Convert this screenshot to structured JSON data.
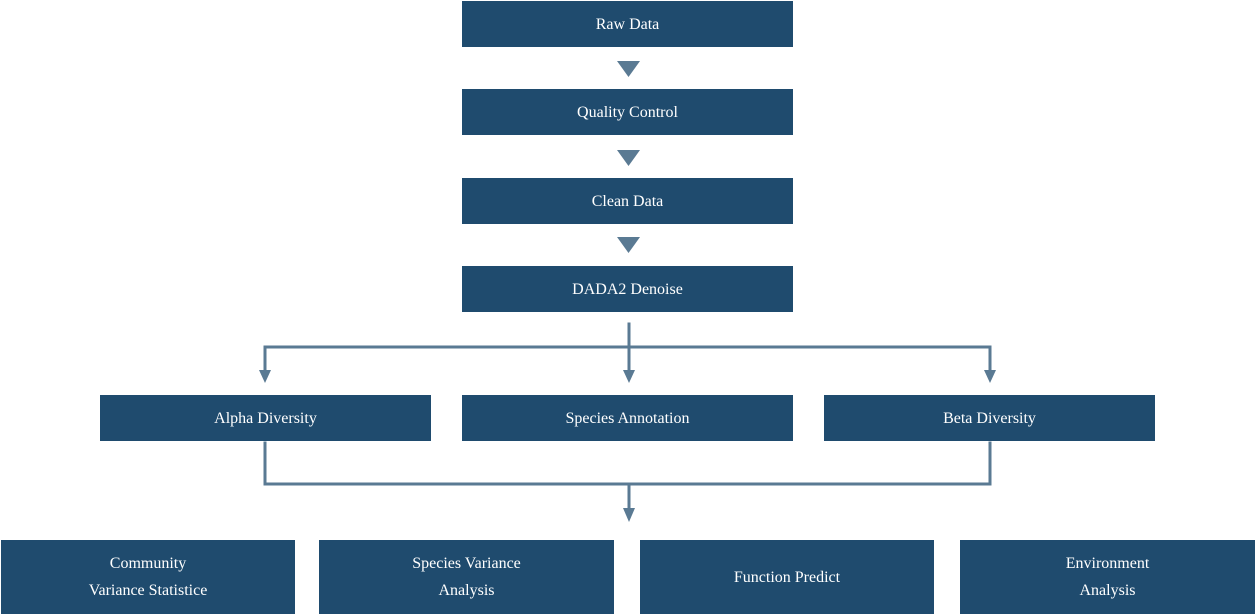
{
  "colors": {
    "box_fill": "#1f4b6e",
    "box_text": "#ffffff",
    "connector": "#5a7a93",
    "background": "#ffffff"
  },
  "flow": {
    "raw_data": "Raw Data",
    "quality_control": "Quality Control",
    "clean_data": "Clean Data",
    "dada2_denoise": "DADA2 Denoise"
  },
  "branches": {
    "alpha_diversity": "Alpha Diversity",
    "species_annotation": "Species Annotation",
    "beta_diversity": "Beta Diversity"
  },
  "outputs": {
    "community_variance": "Community\nVariance Statistice",
    "species_variance": "Species Variance\nAnalysis",
    "function_predict": "Function Predict",
    "environment_analysis": "Environment\nAnalysis"
  }
}
